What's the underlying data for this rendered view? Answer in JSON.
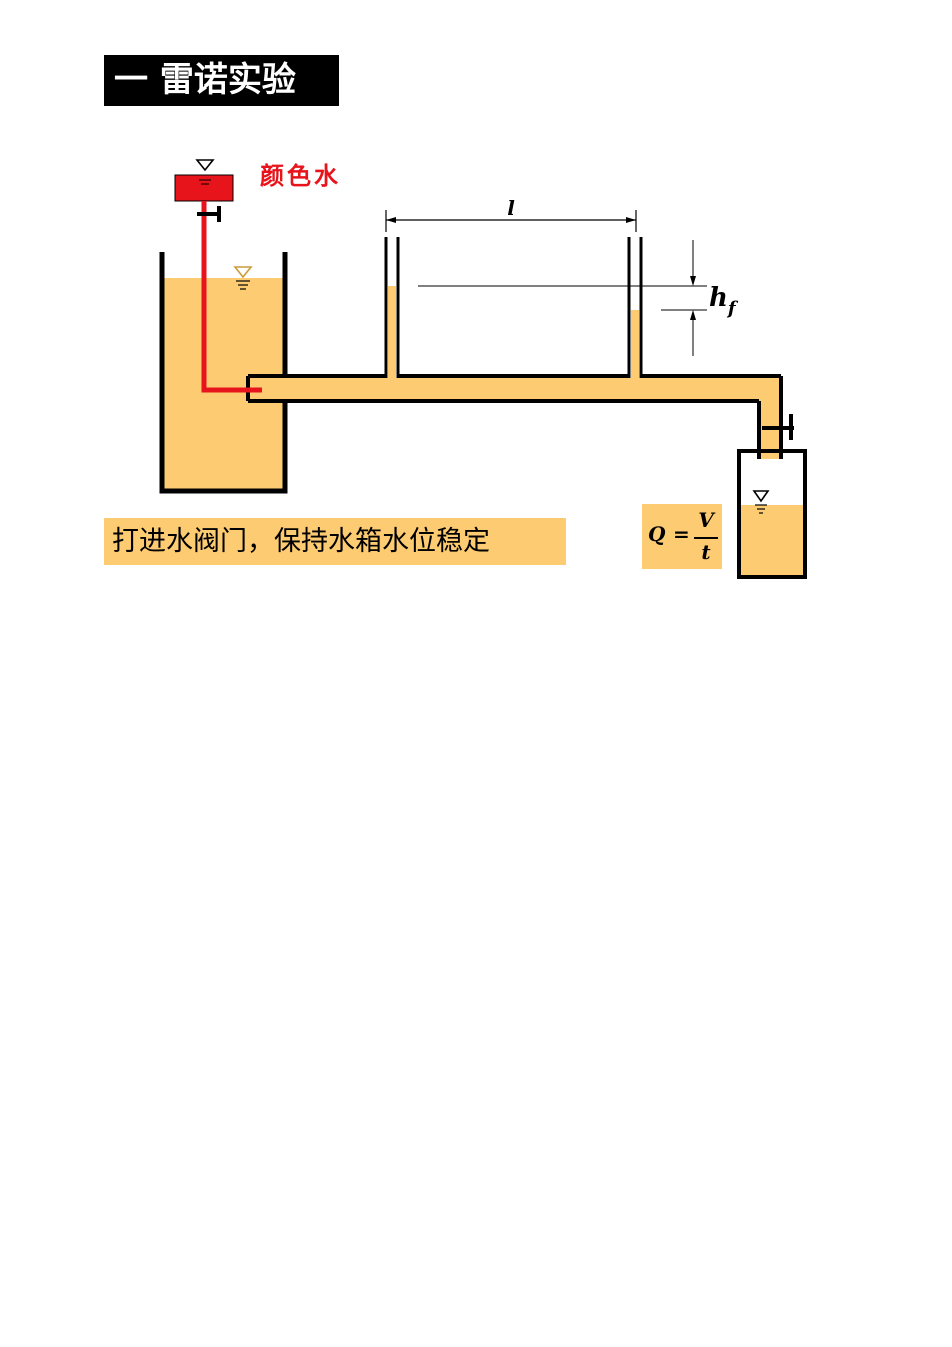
{
  "title": "一 雷诺实验",
  "dye_label": "颜色水",
  "length_label": "l",
  "head_loss_label": {
    "main": "h",
    "sub": "f"
  },
  "caption": "打进水阀门，保持水箱水位稳定",
  "formula": {
    "lhs": "Q",
    "eq": "=",
    "numerator": "V",
    "denominator": "t"
  },
  "colors": {
    "water": "#fdcb72",
    "dye": "#e8141b",
    "title_bg": "#000000",
    "title_text": "#ffffff"
  }
}
